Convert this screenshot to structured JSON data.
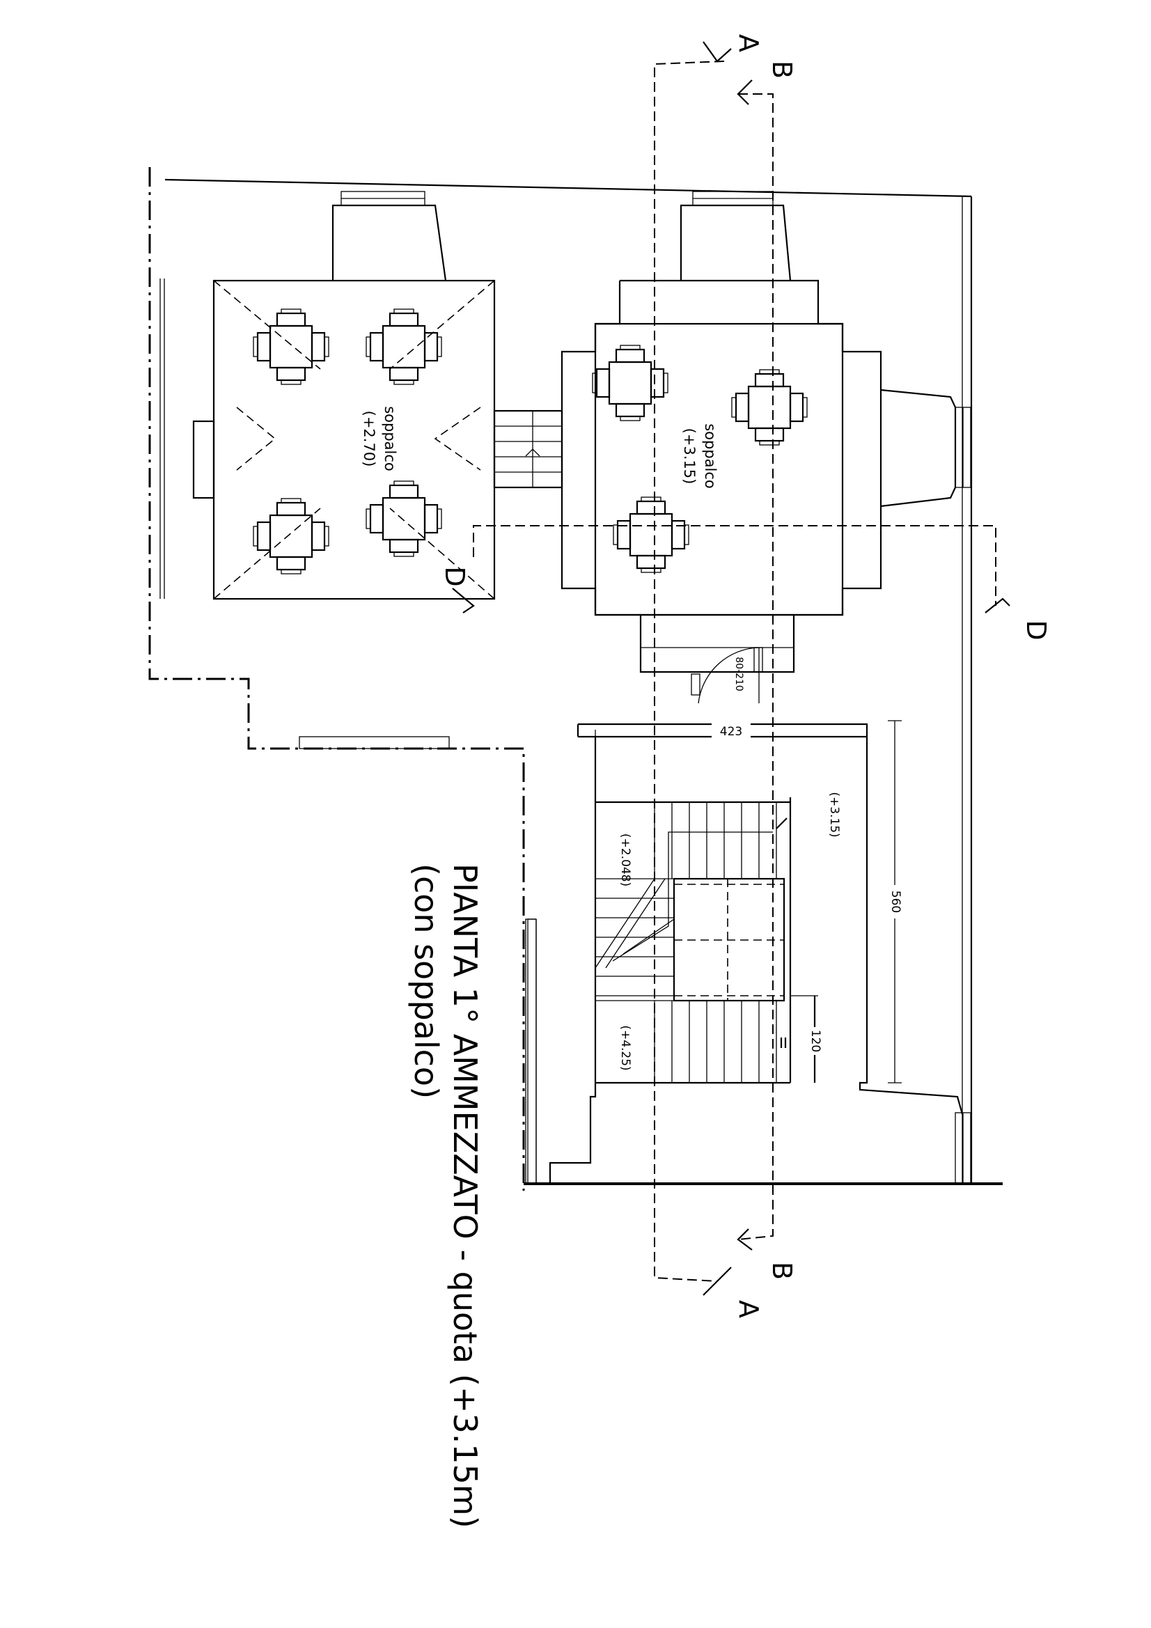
{
  "title": {
    "line1": "PIANTA 1° AMMEZZATO - quota (+3.15m)",
    "line2": "(con soppalco)"
  },
  "rooms": {
    "left": {
      "name": "soppalco",
      "level": "(+2.70)"
    },
    "right": {
      "name": "soppalco",
      "level": "(+3.15)"
    }
  },
  "stair": {
    "landing_level": "(+3.15)",
    "level_lower": "(+2.048)",
    "level_upper": "(+4.25)"
  },
  "dimensions": {
    "width": "423",
    "length": "560",
    "step": "120",
    "door": "80-210"
  },
  "sections": {
    "a": "A",
    "b": "B",
    "d": "D"
  }
}
